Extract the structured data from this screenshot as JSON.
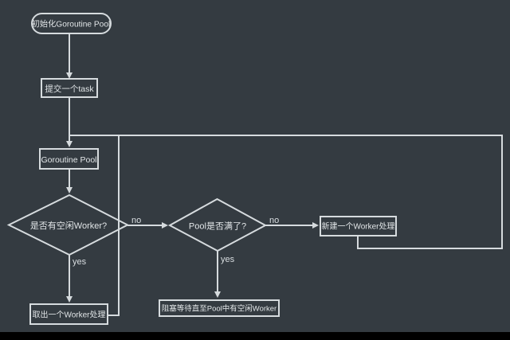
{
  "canvas": {
    "background_color": "#343b41",
    "letterbox_color": "#000000",
    "line_color": "#d6dbde",
    "text_color": "#e2e6e8"
  },
  "diagram": {
    "type": "flowchart",
    "nodes": {
      "start": {
        "shape": "terminator",
        "label": "初始化Goroutine Pool"
      },
      "submit_task": {
        "shape": "rect",
        "label": "提交一个task"
      },
      "goroutine_pool": {
        "shape": "rect",
        "label": "Goroutine Pool"
      },
      "has_idle_worker": {
        "shape": "diamond",
        "label": "是否有空闲Worker?"
      },
      "pool_full": {
        "shape": "diamond",
        "label": "Pool是否满了?"
      },
      "new_worker": {
        "shape": "rect",
        "label": "新建一个Worker处理"
      },
      "block_wait": {
        "shape": "rect",
        "label": "阻塞等待直至Pool中有空闲Worker"
      },
      "take_worker": {
        "shape": "rect",
        "label": "取出一个Worker处理"
      }
    },
    "edge_labels": {
      "idle_no": "no",
      "idle_yes": "yes",
      "full_no": "no",
      "full_yes": "yes"
    },
    "edges": [
      "start -> submit_task",
      "submit_task -> goroutine_pool",
      "goroutine_pool -> has_idle_worker",
      "has_idle_worker -no-> pool_full",
      "has_idle_worker -yes-> take_worker",
      "pool_full -no-> new_worker",
      "pool_full -yes-> block_wait",
      "take_worker -> goroutine_pool (return line)",
      "new_worker -> goroutine_pool (return line)"
    ]
  }
}
